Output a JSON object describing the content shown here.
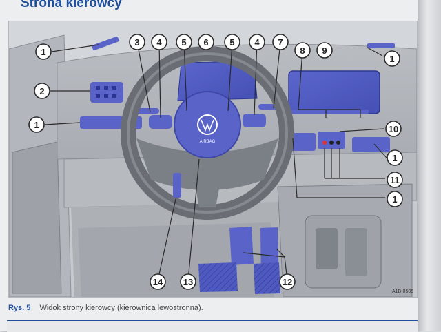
{
  "header": {
    "title": "Strona kierowcy"
  },
  "figure": {
    "label": "Rys. 5",
    "caption": "Widok strony kierowcy (kierownica lewostronna).",
    "code": "A1B-0505",
    "highlight_color": "#5a64c8",
    "callouts": [
      "1",
      "2",
      "1",
      "3",
      "4",
      "5",
      "6",
      "5",
      "4",
      "7",
      "8",
      "9",
      "1",
      "10",
      "1",
      "11",
      "1",
      "12",
      "13",
      "14"
    ]
  }
}
